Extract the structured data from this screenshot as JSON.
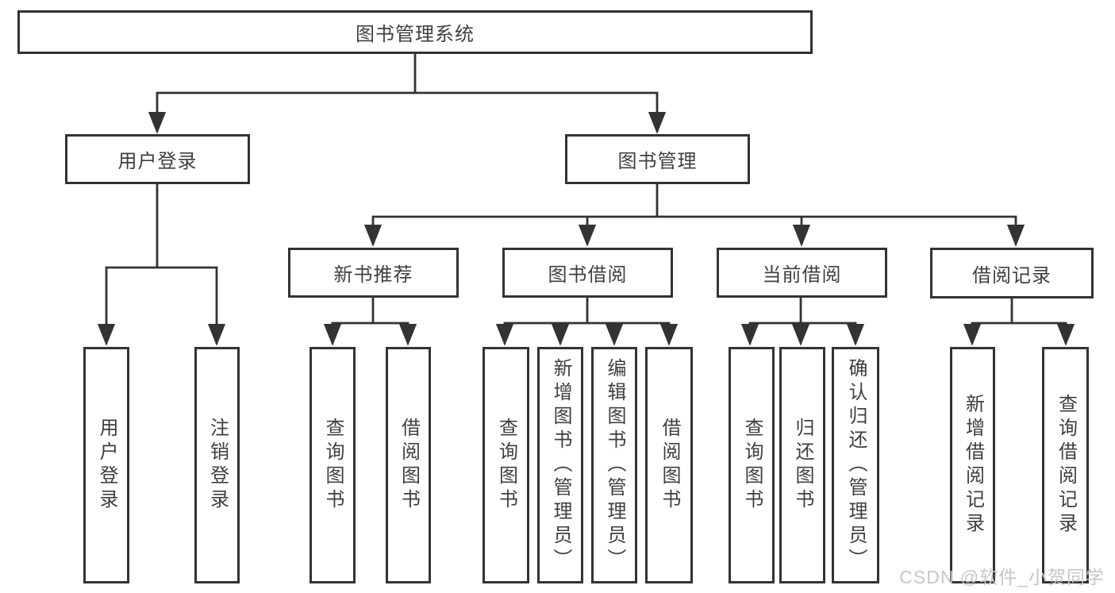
{
  "diagram": {
    "root": {
      "label": "图书管理系统"
    },
    "children": [
      {
        "label": "用户登录",
        "children": [
          {
            "label": "用户登录"
          },
          {
            "label": "注销登录"
          }
        ]
      },
      {
        "label": "图书管理",
        "children": [
          {
            "label": "新书推荐",
            "children": [
              {
                "label": "查询图书"
              },
              {
                "label": "借阅图书"
              }
            ]
          },
          {
            "label": "图书借阅",
            "children": [
              {
                "label": "查询图书"
              },
              {
                "label": "新增图书（管理员）"
              },
              {
                "label": "编辑图书（管理员）"
              },
              {
                "label": "借阅图书"
              }
            ]
          },
          {
            "label": "当前借阅",
            "children": [
              {
                "label": "查询图书"
              },
              {
                "label": "归还图书"
              },
              {
                "label": "确认归还（管理员）"
              }
            ]
          },
          {
            "label": "借阅记录",
            "children": [
              {
                "label": "新增借阅记录"
              },
              {
                "label": "查询借阅记录"
              }
            ]
          }
        ]
      }
    ]
  },
  "watermark": {
    "text": "CSDN @软件_小贺同学"
  },
  "colors": {
    "line": "#333333",
    "border": "#333333",
    "text": "#3f3f3f",
    "background": "#ffffff",
    "watermark": "#c6c6c6"
  }
}
